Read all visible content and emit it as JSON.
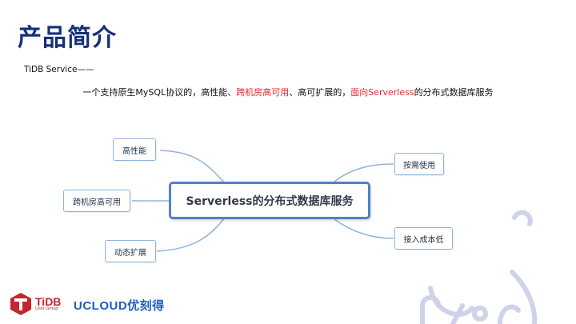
{
  "header": {
    "title": "产品简介"
  },
  "intro": {
    "subtitle": "TiDB Service——",
    "desc_part1": "一个支持原生MySQL协议的，高性能、",
    "desc_highlight1": "跨机房高可用",
    "desc_part2": "、高可扩展的，",
    "desc_highlight2": "面向Serverless",
    "desc_part3": "的分布式数据库服务",
    "highlight_color": "#e8262b"
  },
  "mindmap": {
    "center": "Serverless的分布式数据库服务",
    "left_nodes": [
      "高性能",
      "跨机房高可用",
      "动态扩展"
    ],
    "right_nodes": [
      "按需使用",
      "接入成本低"
    ]
  },
  "footer": {
    "tidb_logo_text": "TiDB",
    "tidb_logo_sub": "User Group",
    "ucloud_logo_text": "UCLOUD优刻得"
  }
}
